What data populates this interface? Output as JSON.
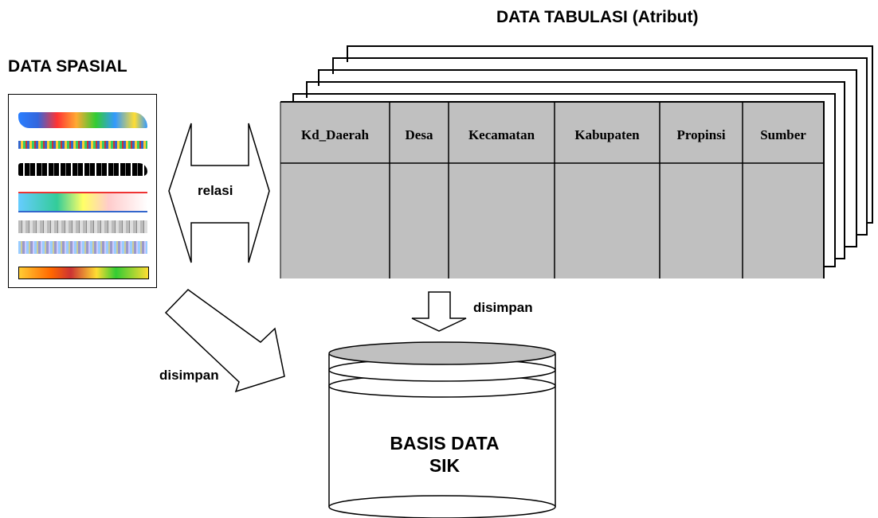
{
  "tabulasi": {
    "title": "DATA  TABULASI (Atribut)",
    "columns": [
      "Kd_Daerah",
      "Desa",
      "Kecamatan",
      "Kabupaten",
      "Propinsi",
      "Sumber"
    ]
  },
  "spasial": {
    "title": "DATA SPASIAL",
    "layers": [
      "raster-layer-1",
      "raster-layer-2",
      "raster-layer-3",
      "raster-layer-4",
      "raster-layer-5",
      "raster-layer-6",
      "raster-layer-7"
    ]
  },
  "relasi_label": "relasi",
  "disimpan_label": "disimpan",
  "database": {
    "line1": "BASIS DATA",
    "line2": "SIK"
  },
  "colors": {
    "table_fill": "#c0c0c0",
    "cylinder_top": "#c0c0c0",
    "stroke": "#000000"
  }
}
